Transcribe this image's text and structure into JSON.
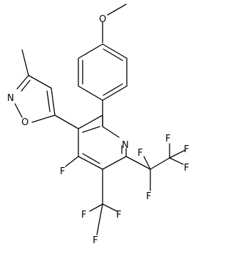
{
  "structure": {
    "atoms": {
      "o_methoxy": "O",
      "n_pyridine": "N",
      "n_isoxazole": "N",
      "o_isoxazole": "O",
      "f_ring": "F",
      "f_cf3_a": "F",
      "f_cf3_b": "F",
      "f_cf3_c": "F",
      "f_c2f5_a": "F",
      "f_c2f5_b": "F",
      "f_c2f5_c": "F",
      "f_c2f5_d": "F",
      "f_c2f5_e": "F"
    }
  }
}
